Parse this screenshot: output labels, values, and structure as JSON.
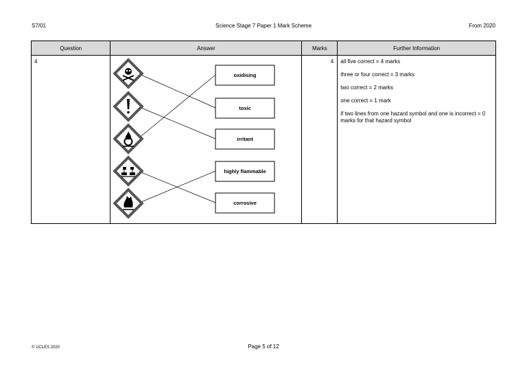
{
  "header": {
    "code": "S7/01",
    "title": "Science Stage 7 Paper 1 Mark Scheme",
    "from": "From 2020"
  },
  "table": {
    "columns": [
      "Question",
      "Answer",
      "Marks",
      "Further Information"
    ],
    "row": {
      "question": "4",
      "marks": "4",
      "hazard_symbols": [
        "skull-crossbones-icon",
        "exclamation-icon",
        "flame-over-circle-icon",
        "corrosion-icon",
        "flame-icon"
      ],
      "labels": [
        "oxidising",
        "toxic",
        "irritant",
        "highly flammable",
        "corrosive"
      ],
      "info": [
        "all five correct = 4 marks",
        "three or four correct = 3 marks",
        "two correct = 2 marks",
        "one correct = 1 mark",
        "if two lines from one hazard symbol and one is incorrect = 0 marks for that hazard symbol"
      ]
    }
  },
  "footer": {
    "copyright": "© UCLES 2020",
    "page": "Page 5 of 12"
  }
}
